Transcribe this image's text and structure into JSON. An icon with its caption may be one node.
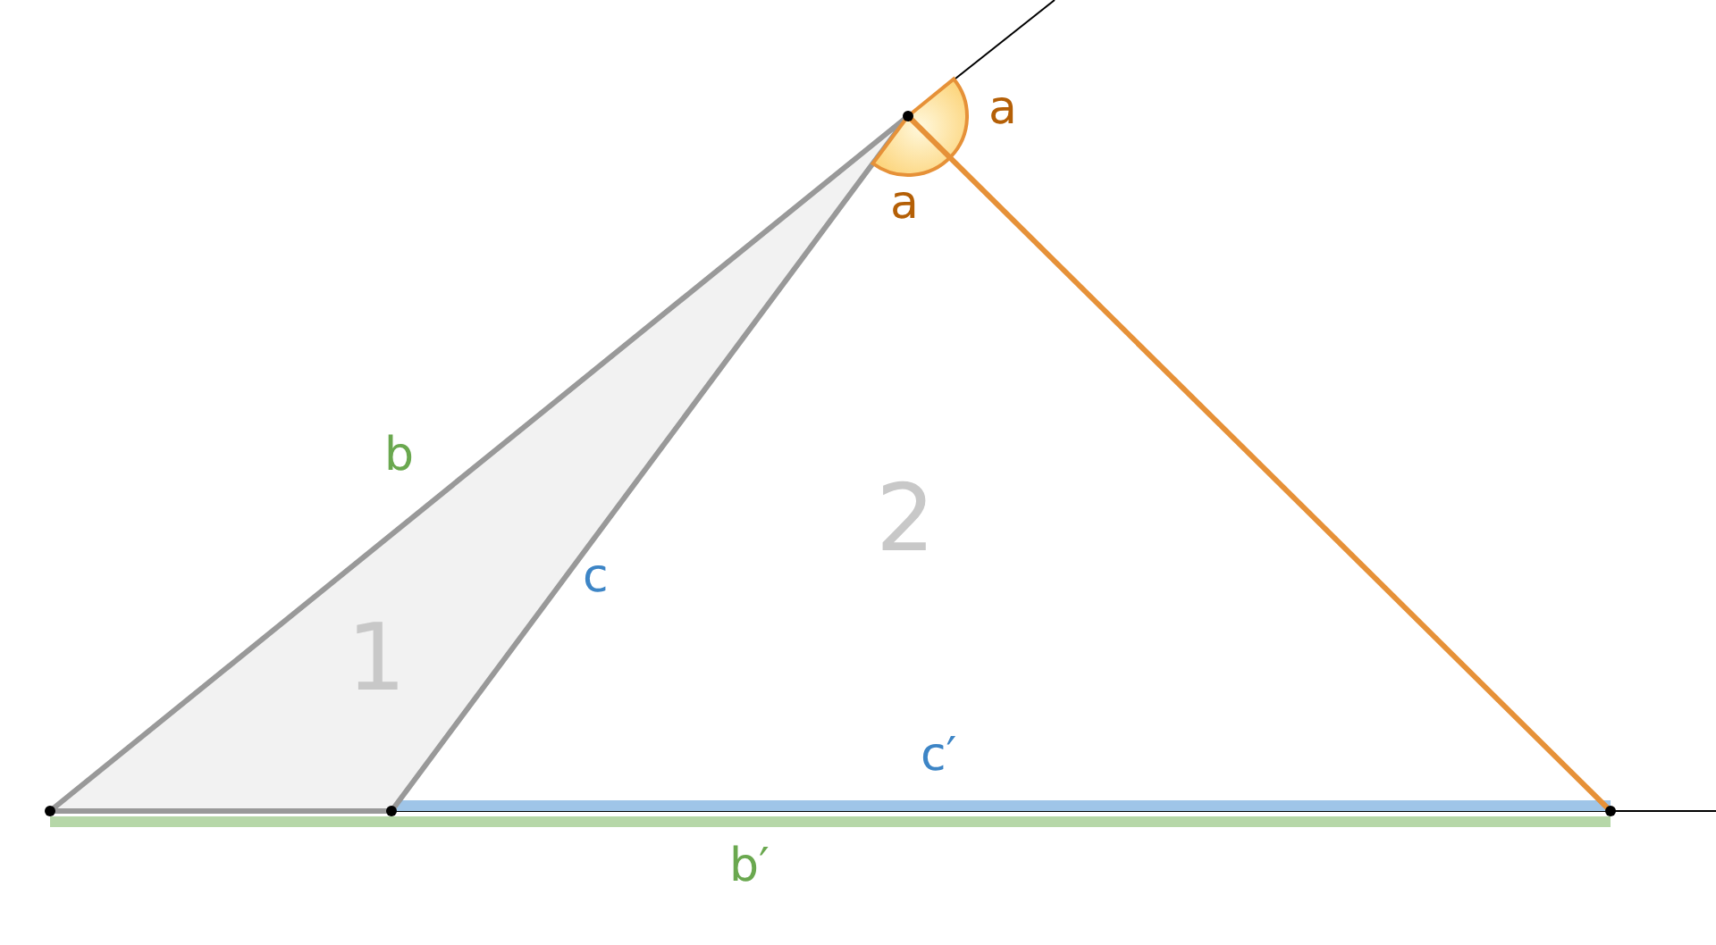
{
  "diagram": {
    "labels": [
      "a",
      "a",
      "b",
      "2",
      "c",
      "1",
      "c′",
      "b′"
    ]
  }
}
